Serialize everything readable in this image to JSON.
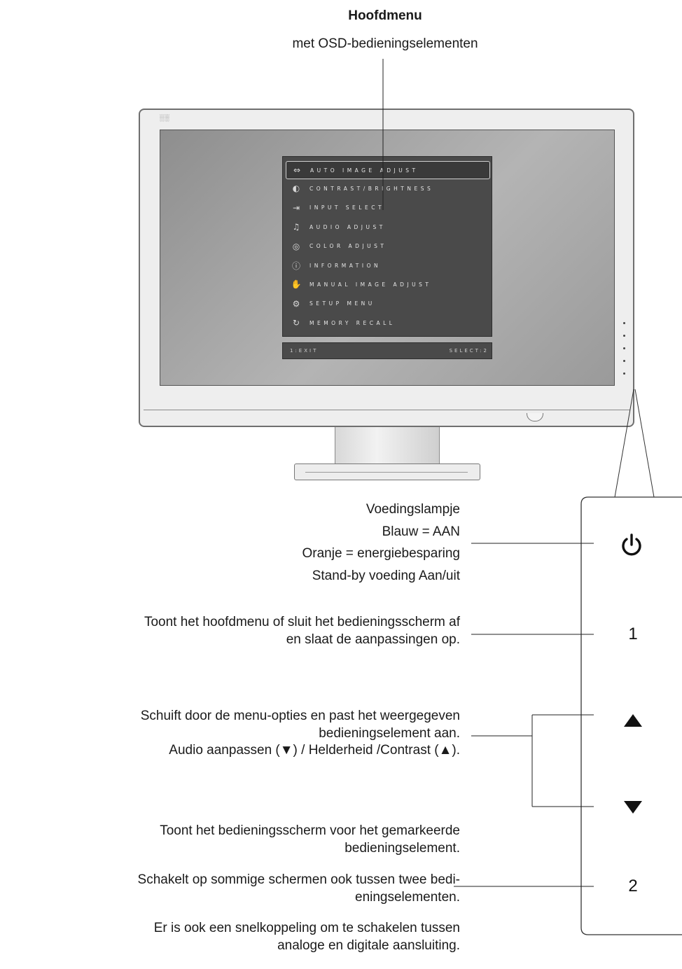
{
  "header": {
    "title": "Hoofdmenu",
    "subtitle": "met OSD-bedieningselementen"
  },
  "monitor": {
    "osd_menu": {
      "items": [
        {
          "label": "AUTO IMAGE ADJUST",
          "icon": "auto-image-adjust-icon",
          "glyph": "⇔",
          "selected": true
        },
        {
          "label": "CONTRAST/BRIGHTNESS",
          "icon": "contrast-brightness-icon",
          "glyph": "◐"
        },
        {
          "label": "INPUT SELECT",
          "icon": "input-select-icon",
          "glyph": "⇥"
        },
        {
          "label": "AUDIO ADJUST",
          "icon": "audio-adjust-icon",
          "glyph": "♫"
        },
        {
          "label": "COLOR ADJUST",
          "icon": "color-adjust-icon",
          "glyph": "◎"
        },
        {
          "label": "INFORMATION",
          "icon": "information-icon",
          "glyph": "ⓘ"
        },
        {
          "label": "MANUAL IMAGE ADJUST",
          "icon": "manual-image-adjust-icon",
          "glyph": "✋"
        },
        {
          "label": "SETUP MENU",
          "icon": "setup-menu-icon",
          "glyph": "⚙"
        },
        {
          "label": "MEMORY RECALL",
          "icon": "memory-recall-icon",
          "glyph": "↻"
        }
      ],
      "footer_left": "1:EXIT",
      "footer_right": "SELECT:2"
    }
  },
  "annotations": {
    "power": [
      "Voedingslampje",
      "Blauw = AAN",
      "Oranje = energiebesparing",
      "Stand-by voeding Aan/uit"
    ],
    "button1": [
      "Toont het hoofdmenu of sluit het bedieningsscherm af",
      "en slaat de aanpassingen op."
    ],
    "arrows": [
      "Schuift door de menu-opties en past het weergegeven",
      "bedieningselement aan.",
      "Audio aanpassen (▼) / Helderheid /Contrast (▲)."
    ],
    "button2_a": [
      "Toont het bedieningsscherm voor het gemarkeerde",
      "bedieningselement."
    ],
    "button2_b": [
      "Schakelt op sommige schermen ook tussen twee bedi-",
      "eningselementen."
    ],
    "button2_c": [
      "Er is ook een snelkoppeling om te schakelen tussen",
      "analoge en digitale aansluiting."
    ]
  },
  "control_panel": {
    "power_icon": "power-icon",
    "button1_label": "1",
    "up_icon": "up-arrow-icon",
    "down_icon": "down-arrow-icon",
    "button2_label": "2"
  }
}
